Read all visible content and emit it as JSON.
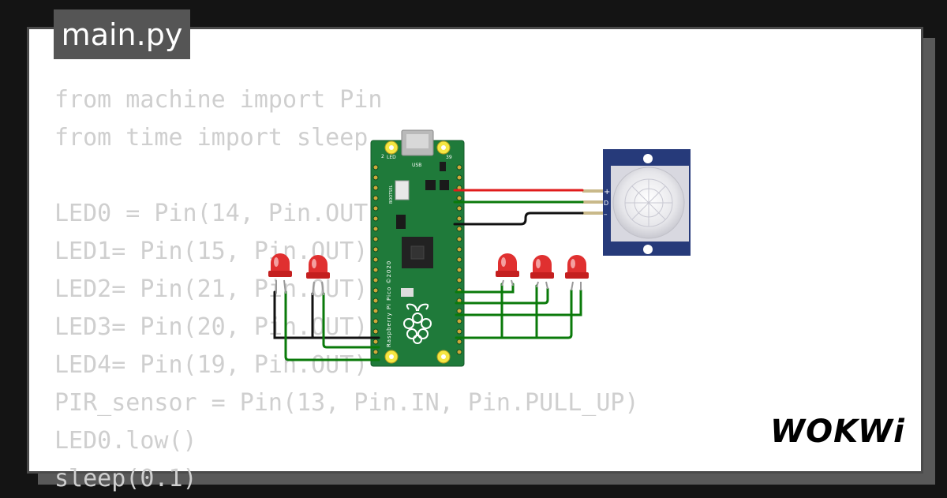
{
  "tab": {
    "filename": "main.py"
  },
  "code_lines": [
    "from machine import Pin",
    "from time import sleep",
    "",
    "LED0 = Pin(14, Pin.OUT)",
    "LED1= Pin(15, Pin.OUT)",
    "LED2= Pin(21, Pin.OUT)",
    "LED3= Pin(20, Pin.OUT)",
    "LED4= Pin(19, Pin.OUT)",
    "PIR_sensor = Pin(13, Pin.IN, Pin.PULL_UP)",
    "LED0.low()",
    "sleep(0.1)"
  ],
  "board": {
    "label_led": "LED",
    "label_usb": "USB",
    "label_bootsel": "BOOTSEL",
    "pin_2": "2",
    "pin_39": "39",
    "silkscreen": "Raspberry Pi Pico ©2020"
  },
  "pir": {
    "pin_plus": "+",
    "pin_d": "D",
    "pin_minus": "–"
  },
  "logo": {
    "text": "WOKWi"
  },
  "colors": {
    "board_green": "#1f7a3a",
    "wire_red": "#e01b1b",
    "wire_green": "#0a7a0a",
    "wire_black": "#111111",
    "led_red": "#e03030",
    "pir_blue": "#263a7a"
  }
}
